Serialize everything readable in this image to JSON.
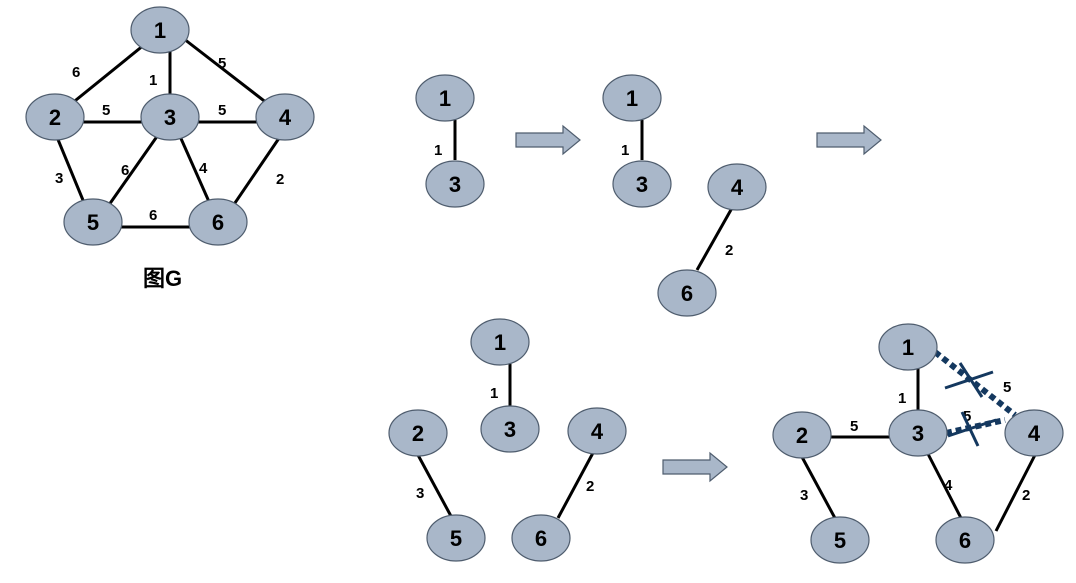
{
  "figure_caption": "图G",
  "nodes": {
    "n1": "1",
    "n2": "2",
    "n3": "3",
    "n4": "4",
    "n5": "5",
    "n6": "6"
  },
  "weights": {
    "w1": "1",
    "w2": "2",
    "w3": "3",
    "w4": "4",
    "w5": "5",
    "w6": "6"
  },
  "colors": {
    "node_fill": "#a9b7c9",
    "node_stroke": "#4f5d6e",
    "arrow_fill": "#a9b7c9",
    "cross_color": "#14385f"
  }
}
